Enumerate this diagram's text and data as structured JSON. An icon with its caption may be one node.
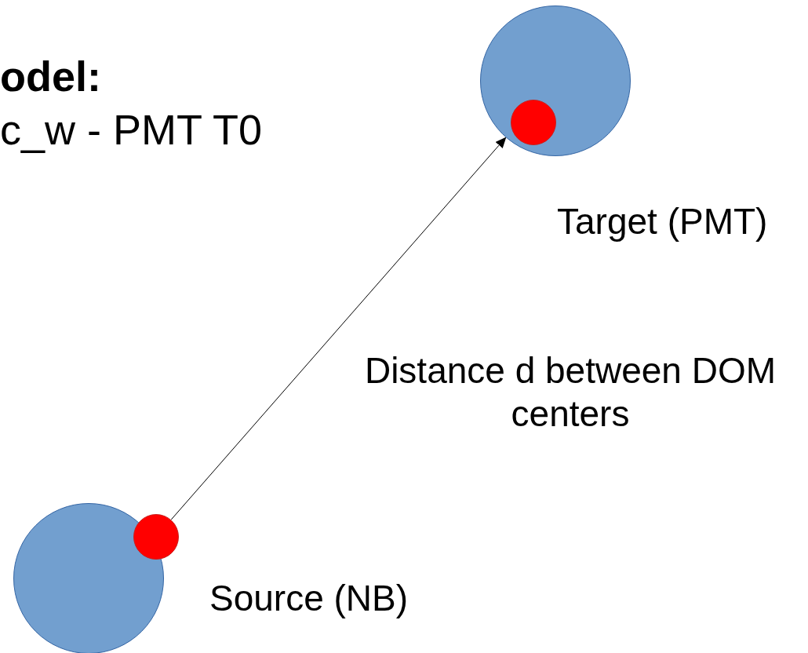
{
  "diagram": {
    "nodes": [
      {
        "text": [],
        "shape": "circle",
        "beside": [
          "Target (PMT)"
        ]
      },
      {
        "text": [],
        "shape": "circle",
        "in": 0
      },
      {
        "text": [],
        "shape": "circle",
        "beside": [
          "Source (NB)"
        ]
      },
      {
        "text": [],
        "shape": "circle"
      }
    ],
    "edges": [
      {
        "from": 3,
        "to": 0,
        "arrow": "to",
        "label": "Distance d between DOM centers"
      }
    ],
    "labels": [
      "odel:",
      "c_w - PMT T0"
    ]
  }
}
